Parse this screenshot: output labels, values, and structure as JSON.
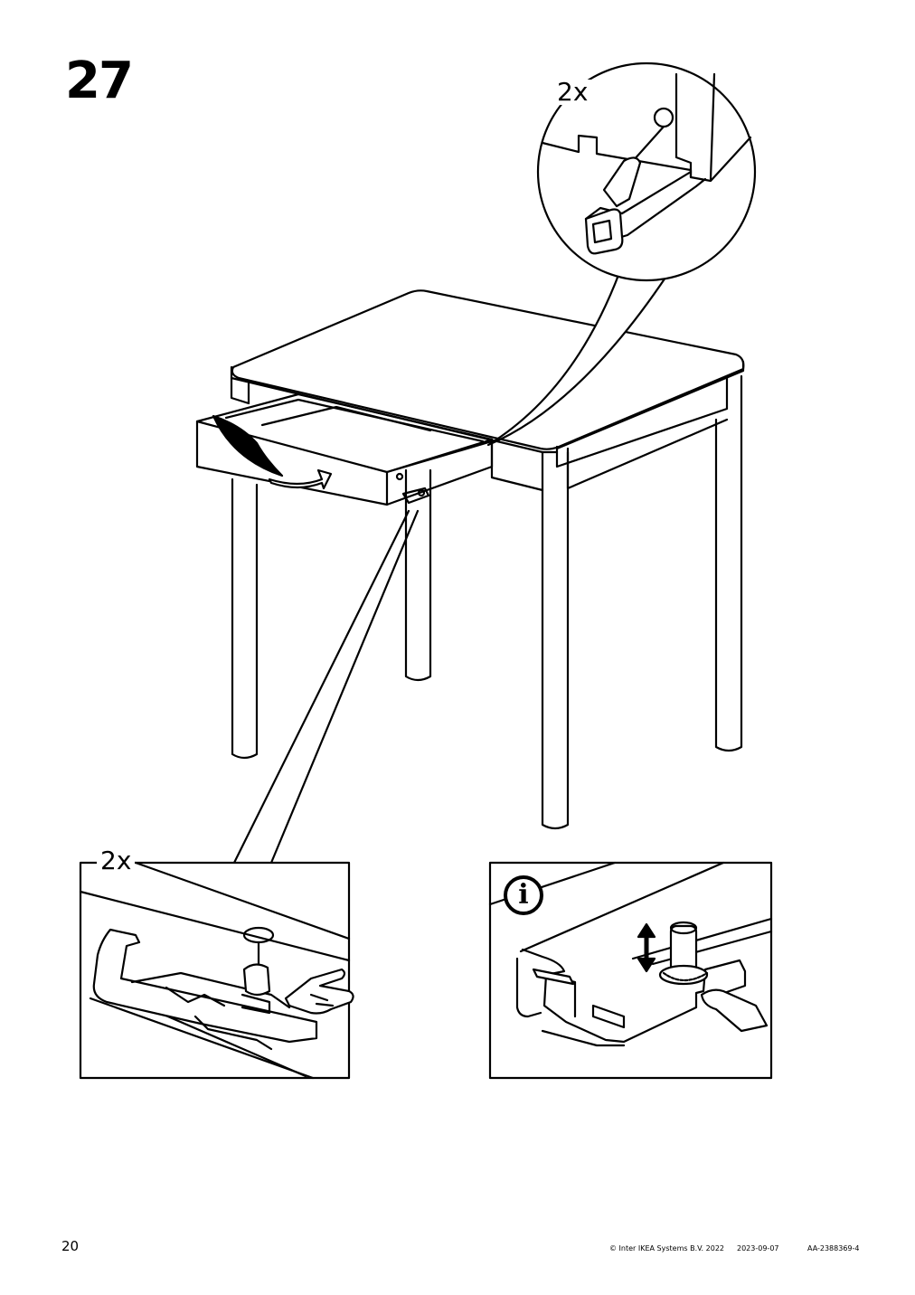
{
  "page": {
    "step_number": "27",
    "callouts": {
      "top_quantity": "2x",
      "bottom_left_quantity": "2x"
    },
    "info_icon": "info-icon",
    "footer": {
      "page_number": "20",
      "copyright": "© Inter IKEA Systems B.V. 2022",
      "date": "2023-09-07",
      "document_id": "AA-2388369-4"
    }
  }
}
